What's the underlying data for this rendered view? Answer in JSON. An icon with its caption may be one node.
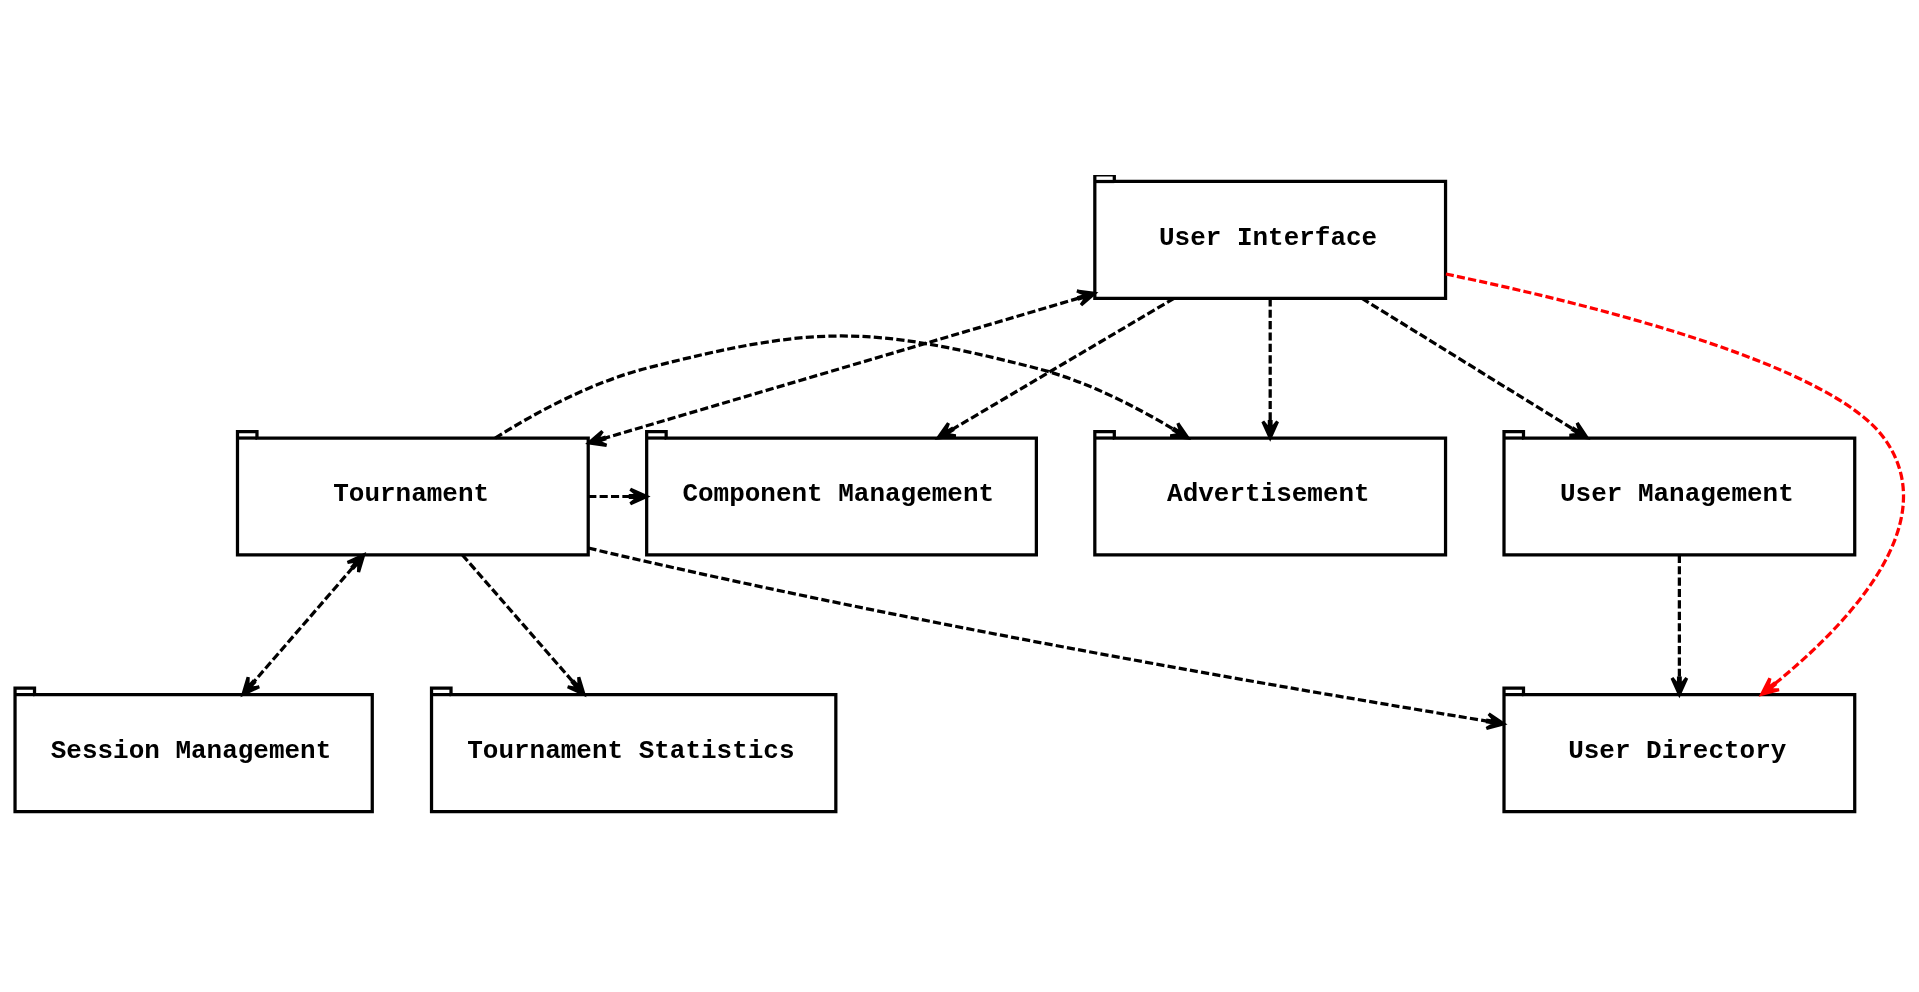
{
  "diagram": {
    "nodes": [
      {
        "text": [
          "User Interface"
        ]
      },
      {
        "text": [
          "Advertisement"
        ]
      },
      {
        "text": [
          "Tournament"
        ]
      },
      {
        "text": [
          "Component Management"
        ]
      },
      {
        "text": [
          "User Management"
        ]
      },
      {
        "text": [
          "Session Management"
        ]
      },
      {
        "text": [
          "Tournament Statistics"
        ]
      },
      {
        "text": [
          "User Directory"
        ]
      }
    ],
    "edges": [
      {
        "from": 0,
        "to": 1,
        "arrow": "to",
        "style": "dashed"
      },
      {
        "from": 0,
        "to": 2,
        "arrow": "both",
        "style": "dashed"
      },
      {
        "from": 0,
        "to": 3,
        "arrow": "to",
        "style": "dashed"
      },
      {
        "from": 0,
        "to": 4,
        "arrow": "to",
        "style": "dashed"
      },
      {
        "from": 0,
        "to": 7,
        "arrow": "to",
        "style": "dashed",
        "color": "#ff0000"
      },
      {
        "from": 2,
        "to": 1,
        "arrow": "to",
        "style": "dashed"
      },
      {
        "from": 2,
        "to": 3,
        "arrow": "to",
        "style": "dashed"
      },
      {
        "from": 2,
        "to": 5,
        "arrow": "both",
        "style": "dashed"
      },
      {
        "from": 2,
        "to": 6,
        "arrow": "to",
        "style": "dashed"
      },
      {
        "from": 2,
        "to": 7,
        "arrow": "to",
        "style": "dashed"
      },
      {
        "from": 4,
        "to": 7,
        "arrow": "to",
        "style": "dashed"
      }
    ]
  }
}
